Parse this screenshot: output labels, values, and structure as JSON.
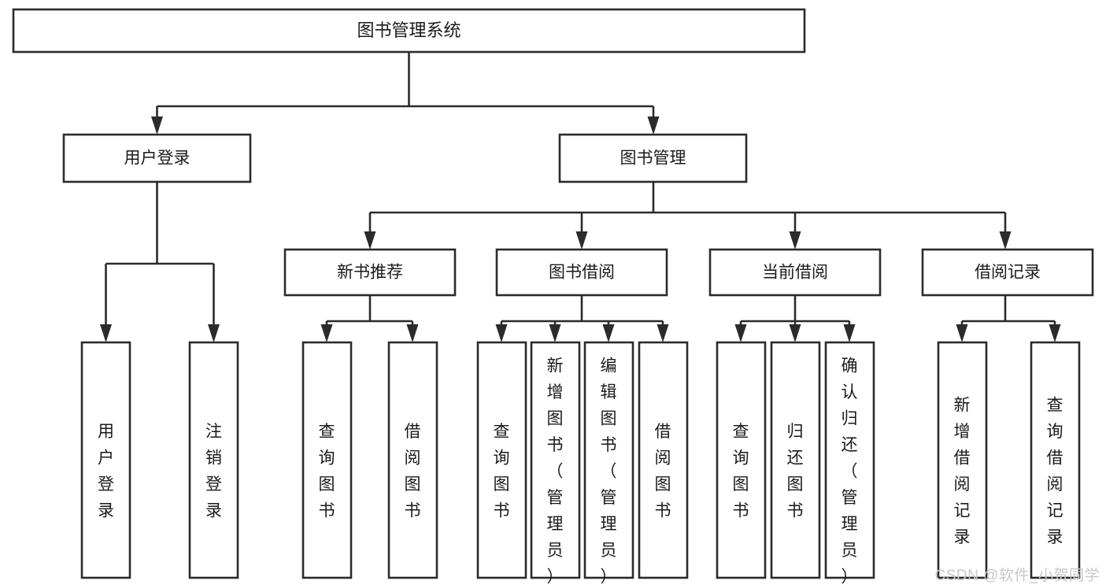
{
  "diagram": {
    "title": "图书管理系统",
    "watermark": "CSDN @软件_小贺同学",
    "orientation": "top-down",
    "edge_style": "orthogonal-arrow",
    "colors": {
      "box_fill": "#ffffff",
      "box_stroke": "#2b2b2b",
      "text": "#1a1a1a",
      "watermark": "#c9c9c9",
      "background": "#ffffff"
    }
  },
  "nodes": {
    "root": {
      "label": "图书管理系统",
      "level": 0
    },
    "level1": [
      {
        "id": "user-login",
        "label": "用户登录"
      },
      {
        "id": "book-manage",
        "label": "图书管理"
      }
    ],
    "level2": [
      {
        "id": "new-book-recommend",
        "label": "新书推荐",
        "parent": "book-manage"
      },
      {
        "id": "book-borrow",
        "label": "图书借阅",
        "parent": "book-manage"
      },
      {
        "id": "current-borrow",
        "label": "当前借阅",
        "parent": "book-manage"
      },
      {
        "id": "borrow-record",
        "label": "借阅记录",
        "parent": "book-manage"
      }
    ],
    "leaves": {
      "user-login": [
        {
          "id": "leaf-user-login",
          "label": "用户登录"
        },
        {
          "id": "leaf-user-logout",
          "label": "注销登录"
        }
      ],
      "new-book-recommend": [
        {
          "id": "leaf-query-book-1",
          "label": "查询图书"
        },
        {
          "id": "leaf-borrow-book-1",
          "label": "借阅图书"
        }
      ],
      "book-borrow": [
        {
          "id": "leaf-query-book-2",
          "label": "查询图书"
        },
        {
          "id": "leaf-add-book",
          "label": "新增图书（管理员）"
        },
        {
          "id": "leaf-edit-book",
          "label": "编辑图书（管理员）"
        },
        {
          "id": "leaf-borrow-book-2",
          "label": "借阅图书"
        }
      ],
      "current-borrow": [
        {
          "id": "leaf-query-book-3",
          "label": "查询图书"
        },
        {
          "id": "leaf-return-book",
          "label": "归还图书"
        },
        {
          "id": "leaf-confirm-return",
          "label": "确认归还（管理员）"
        }
      ],
      "borrow-record": [
        {
          "id": "leaf-add-record",
          "label": "新增借阅记录"
        },
        {
          "id": "leaf-query-record",
          "label": "查询借阅记录"
        }
      ]
    }
  },
  "chart_data": {
    "type": "tree-diagram",
    "title": "图书管理系统",
    "levels": 4,
    "tree": {
      "label": "图书管理系统",
      "children": [
        {
          "label": "用户登录",
          "children": [
            {
              "label": "用户登录"
            },
            {
              "label": "注销登录"
            }
          ]
        },
        {
          "label": "图书管理",
          "children": [
            {
              "label": "新书推荐",
              "children": [
                {
                  "label": "查询图书"
                },
                {
                  "label": "借阅图书"
                }
              ]
            },
            {
              "label": "图书借阅",
              "children": [
                {
                  "label": "查询图书"
                },
                {
                  "label": "新增图书（管理员）"
                },
                {
                  "label": "编辑图书（管理员）"
                },
                {
                  "label": "借阅图书"
                }
              ]
            },
            {
              "label": "当前借阅",
              "children": [
                {
                  "label": "查询图书"
                },
                {
                  "label": "归还图书"
                },
                {
                  "label": "确认归还（管理员）"
                }
              ]
            },
            {
              "label": "借阅记录",
              "children": [
                {
                  "label": "新增借阅记录"
                },
                {
                  "label": "查询借阅记录"
                }
              ]
            }
          ]
        }
      ]
    }
  }
}
